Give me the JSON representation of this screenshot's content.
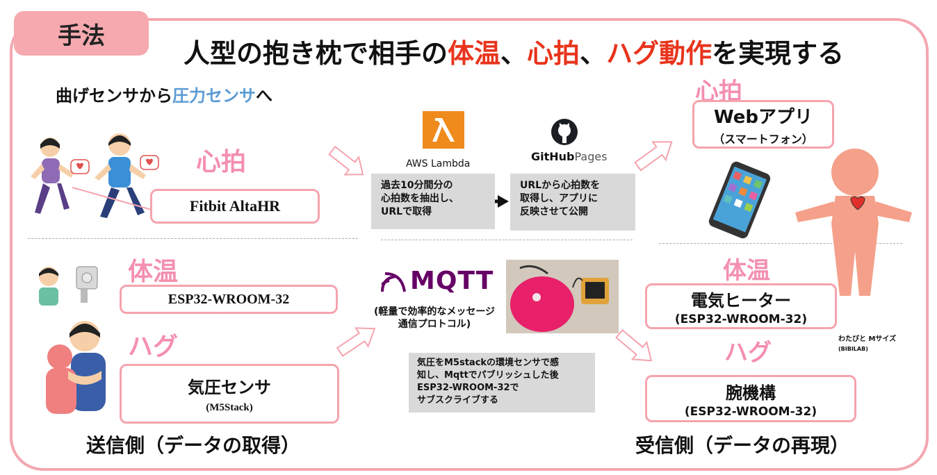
{
  "tag": "手法",
  "headline": {
    "part1": "人型の抱き枕で相手の",
    "red1": "体温",
    "sep1": "、",
    "red2": "心拍",
    "sep2": "、",
    "red3": "ハグ動作",
    "part2": "を実現する"
  },
  "subhead": {
    "part1": "曲げセンサから",
    "blue": "圧力センサ",
    "part2": "へ"
  },
  "sender": {
    "heart_label": "心拍",
    "fitbit": "Fitbit AltaHR",
    "temp_label": "体温",
    "esp32": "ESP32-WROOM-32",
    "hug_label": "ハグ",
    "pressure": "気圧センサ",
    "pressure_sub": "(M5Stack)",
    "footer": "送信側（データの取得）"
  },
  "cloud": {
    "lambda_label": "AWS Lambda",
    "lambda_desc": [
      "過去10分間分の",
      "心拍数を抽出し、",
      "URLで取得"
    ],
    "github_label": "GitHub",
    "github_pages": "Pages",
    "github_desc": [
      "URLから心拍数を",
      "取得し、アプリに",
      "反映させて公開"
    ],
    "mqtt_label": "MQTT",
    "mqtt_desc": [
      "(軽量で効率的なメッセージ",
      "通信プロトコル)"
    ],
    "m5_desc": [
      "気圧をM5stackの環境センサで感",
      "知し、Mqttでパブリッシュした後",
      "ESP32-WROOM-32で",
      "サブスクライブする"
    ]
  },
  "receiver": {
    "heart_label": "心拍",
    "app": "Webアプリ",
    "app_sub": "（スマートフォン）",
    "temp_label": "体温",
    "heater": "電気ヒーター",
    "heater_sub": "(ESP32-WROOM-32)",
    "hug_label": "ハグ",
    "arm": "腕機構",
    "arm_sub": "(ESP32-WROOM-32)",
    "doll_caption": "わたびと Mサイズ",
    "doll_credit": "(BIBILAB)",
    "footer": "受信側（データの再現）"
  },
  "colors": {
    "frame": "#f3a7b0",
    "tag": "#f6a9af",
    "red": "#e8341c",
    "pink": "#f48fb1",
    "blue": "#5b9bd5",
    "gray": "#d9d9d9",
    "lambda": "#ef8a1c",
    "mqtt": "#660066"
  }
}
